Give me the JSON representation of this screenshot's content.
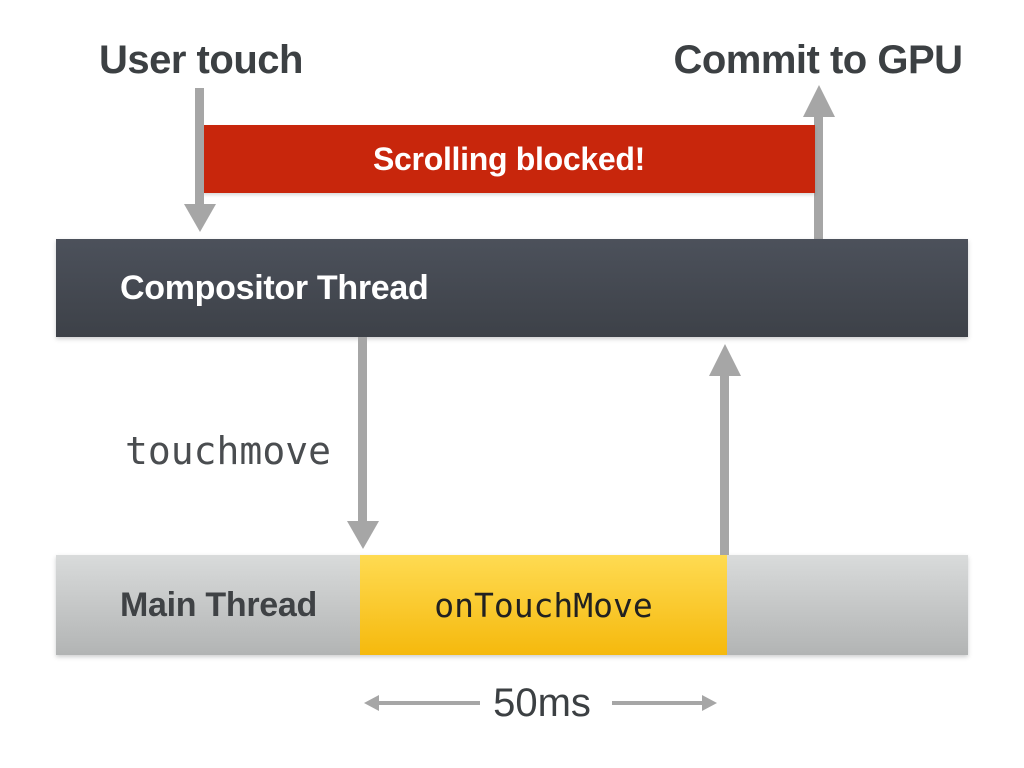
{
  "labels": {
    "user_touch": "User touch",
    "commit_to_gpu": "Commit to GPU",
    "scrolling_blocked": "Scrolling blocked!",
    "compositor_thread": "Compositor Thread",
    "touchmove": "touchmove",
    "main_thread": "Main Thread",
    "on_touch_move": "onTouchMove",
    "duration": "50ms"
  },
  "colors": {
    "banner_red": "#C8260C",
    "banner_text": "#FFFFFF",
    "compositor_gradient_top": "#4C515B",
    "compositor_gradient_bottom": "#3D4148",
    "compositor_text": "#FFFFFF",
    "main_gradient_top": "#D9DBDB",
    "main_gradient_bottom": "#B2B4B4",
    "main_text": "#3F4245",
    "task_gradient_top": "#FFDB52",
    "task_gradient_bottom": "#F5B90D",
    "task_text": "#212121",
    "arrow_gray": "#A6A6A6",
    "title_text": "#3C4043",
    "code_text": "#4A4D50",
    "background": "#FFFFFF"
  },
  "icons": {
    "user_touch_arrow": "arrow-down",
    "commit_arrow": "arrow-up",
    "touchmove_arrow": "arrow-down",
    "main_to_compositor_arrow": "arrow-up",
    "duration_arrow_left": "arrow-left",
    "duration_arrow_right": "arrow-right"
  }
}
